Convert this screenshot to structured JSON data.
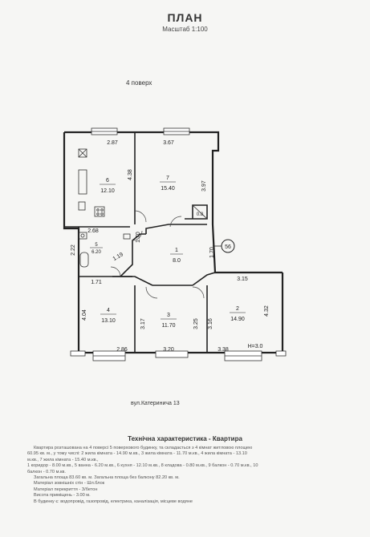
{
  "header": {
    "title": "ПЛАН",
    "scale": "Масштаб 1:100",
    "floor": "4 поверх"
  },
  "plan": {
    "rooms": [
      {
        "num": "6",
        "area": "12.10"
      },
      {
        "num": "7",
        "area": "15.40"
      },
      {
        "num": "5",
        "area": "6.20"
      },
      {
        "num": "1",
        "area": "8.0"
      },
      {
        "num": "4",
        "area": "13.10"
      },
      {
        "num": "3",
        "area": "11.70"
      },
      {
        "num": "2",
        "area": "14.90"
      },
      {
        "num": "8",
        "area": "0.8"
      }
    ],
    "dims": {
      "d287": "2.87",
      "d367": "3.67",
      "d438": "4.38",
      "d397": "3.97",
      "d268": "2.68",
      "d222": "2.22",
      "d170a": "1.70",
      "d170b": "1.70",
      "d119": "1.19",
      "d171": "1.71",
      "d315": "3.15",
      "d404": "4.04",
      "d317": "3.17",
      "d325": "3.25",
      "d316": "3.16",
      "d432": "4.32",
      "d286": "2.86",
      "d320": "3.20",
      "d338": "3.38"
    },
    "height_note": "H=3.0",
    "stair_label": "56"
  },
  "address": "вул.Катеринича 13",
  "tech": {
    "title": "Технічна характеристика - Квартира",
    "lines": [
      "Квартира розташована на 4 поверсі 5 поверхового будинку, та складається з 4 кімнат житловою площею",
      "60.95 кв. м., у тому числі: 2 жила кімната - 14.90 м.кв., 3 жила кімната - 11.70 м.кв., 4 жила кімната - 13.10",
      "м.кв., 7 жила кімната - 15.40 м.кв.,",
      "1 коридор - 8.00 м.кв., 5 ванна - 6.20 м.кв., 6 кухня - 12.10 м.кв., 8 кладова - 0.80 м.кв., 9 балкон - 0.70 м.кв., 10",
      "балкон - 0.70 м.кв.",
      "Загальна площа 83.60 кв. м. Загальна площа без балкону 82.20 кв. м.",
      "Матеріал зовнішніх стін - Шл.блок",
      "Матеріал перекриття - З/бетон",
      "Висота приміщень - 3.00 м.",
      "В будинку є: водопровід, газопровід, електрика, каналізація, місцеве водяне"
    ]
  }
}
